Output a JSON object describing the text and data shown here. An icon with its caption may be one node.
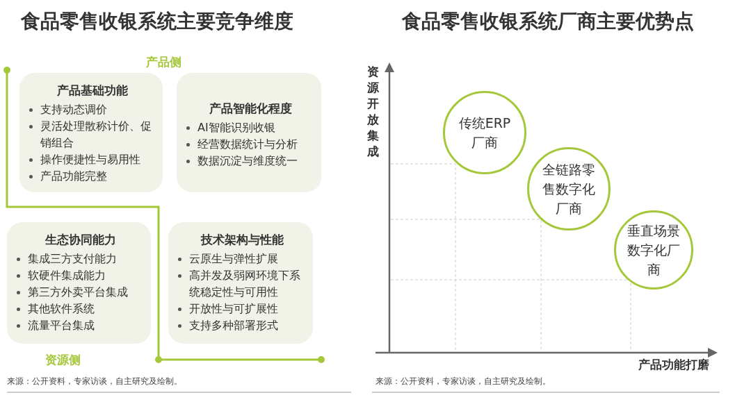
{
  "diagram": {
    "title": "食品零售收银系统主要竞争维度",
    "nodes": [
      {
        "text": [
          "产品基础功能",
          "支持动态调价",
          "灵活处理散称计价、促销组合",
          "操作便捷性与易用性",
          "产品功能完整"
        ]
      },
      {
        "text": [
          "产品智能化程度",
          "AI智能识别收银",
          "经营数据统计与分析",
          "数据沉淀与维度统一"
        ]
      },
      {
        "text": [
          "生态协同能力",
          "集成三方支付能力",
          "软硬件集成能力",
          "第三方外卖平台集成",
          "其他软件系统",
          "流量平台集成"
        ]
      },
      {
        "text": [
          "技术架构与性能",
          "云原生与弹性扩展",
          "高并发及弱网环境下系统稳定性与可用性",
          "开放性与可扩展性",
          "支持多种部署形式"
        ]
      },
      {
        "text": [
          "传统ERP厂商"
        ]
      },
      {
        "text": [
          "全链路零售数字化厂商"
        ]
      },
      {
        "text": [
          "垂直场景数字化厂商"
        ]
      }
    ],
    "labels": [
      "食品零售收银系统厂商主要优势点",
      "产品侧",
      "资源侧",
      "资源开放集成",
      "产品功能打磨",
      "来源：公开资料，专家访谈，自主研究及绘制。",
      "来源：公开资料，专家访谈，自主研究及绘制。"
    ]
  }
}
